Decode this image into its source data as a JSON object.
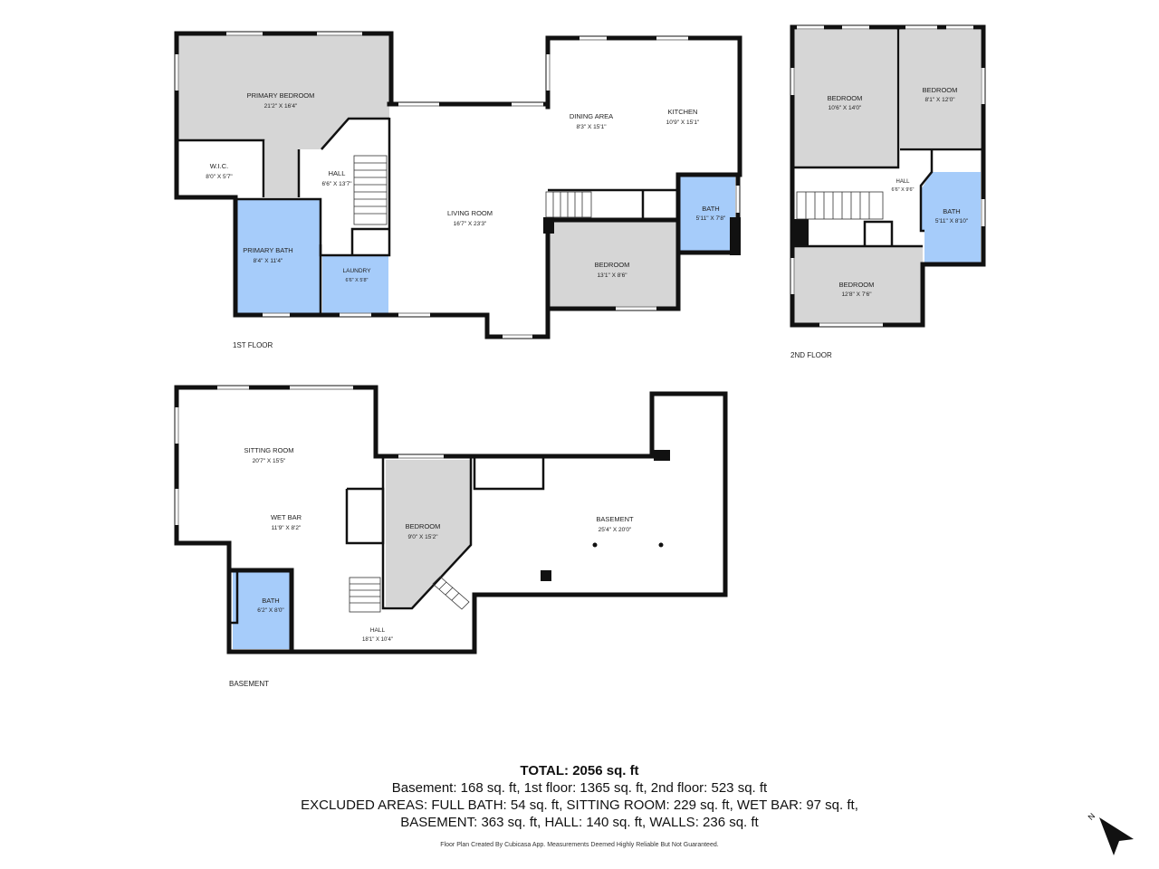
{
  "floors": {
    "first": {
      "label": "1ST FLOOR",
      "rooms": {
        "primary_bedroom": {
          "name": "PRIMARY BEDROOM",
          "dims": "21'2\" X 16'4\""
        },
        "wic": {
          "name": "W.I.C.",
          "dims": "8'0\" X 5'7\""
        },
        "hall": {
          "name": "HALL",
          "dims": "6'6\" X 13'7\""
        },
        "primary_bath": {
          "name": "PRIMARY BATH",
          "dims": "8'4\" X 11'4\""
        },
        "laundry": {
          "name": "LAUNDRY",
          "dims": "6'6\" X 5'8\""
        },
        "living_room": {
          "name": "LIVING ROOM",
          "dims": "16'7\" X 23'3\""
        },
        "dining_area": {
          "name": "DINING AREA",
          "dims": "8'3\" X 15'1\""
        },
        "kitchen": {
          "name": "KITCHEN",
          "dims": "10'9\" X 15'1\""
        },
        "bath": {
          "name": "BATH",
          "dims": "5'11\" X 7'8\""
        },
        "bedroom": {
          "name": "BEDROOM",
          "dims": "13'1\" X 8'6\""
        }
      }
    },
    "second": {
      "label": "2ND FLOOR",
      "rooms": {
        "bedroom_a": {
          "name": "BEDROOM",
          "dims": "10'6\" X 14'0\""
        },
        "bedroom_b": {
          "name": "BEDROOM",
          "dims": "8'1\" X 12'0\""
        },
        "hall": {
          "name": "HALL",
          "dims": "6'6\" X 9'6\""
        },
        "bath": {
          "name": "BATH",
          "dims": "5'11\" X 8'10\""
        },
        "bedroom_c": {
          "name": "BEDROOM",
          "dims": "12'8\" X 7'6\""
        }
      }
    },
    "basement": {
      "label": "BASEMENT",
      "rooms": {
        "sitting_room": {
          "name": "SITTING ROOM",
          "dims": "20'7\" X 15'5\""
        },
        "wet_bar": {
          "name": "WET BAR",
          "dims": "11'9\" X 8'2\""
        },
        "bedroom": {
          "name": "BEDROOM",
          "dims": "9'0\" X 15'2\""
        },
        "basement": {
          "name": "BASEMENT",
          "dims": "25'4\" X 20'0\""
        },
        "bath": {
          "name": "BATH",
          "dims": "6'2\" X 8'0\""
        },
        "hall": {
          "name": "HALL",
          "dims": "18'1\" X 10'4\""
        }
      }
    }
  },
  "summary": {
    "total": "TOTAL: 2056 sq. ft",
    "line1": "Basement: 168 sq. ft, 1st floor: 1365 sq. ft, 2nd floor: 523 sq. ft",
    "line2": "EXCLUDED AREAS: FULL BATH: 54 sq. ft, SITTING ROOM: 229 sq. ft, WET BAR: 97 sq. ft,",
    "line3": "BASEMENT: 363 sq. ft, HALL: 140 sq. ft, WALLS: 236 sq. ft"
  },
  "disclaimer": "Floor Plan Created By Cubicasa App. Measurements Deemed Highly Reliable But Not Guaranteed.",
  "compass": {
    "letter": "N",
    "icon": "north-arrow-icon"
  },
  "colors": {
    "bedroom_fill": "#d6d6d6",
    "bath_fill": "#a6ccfa",
    "wall": "#111111"
  }
}
